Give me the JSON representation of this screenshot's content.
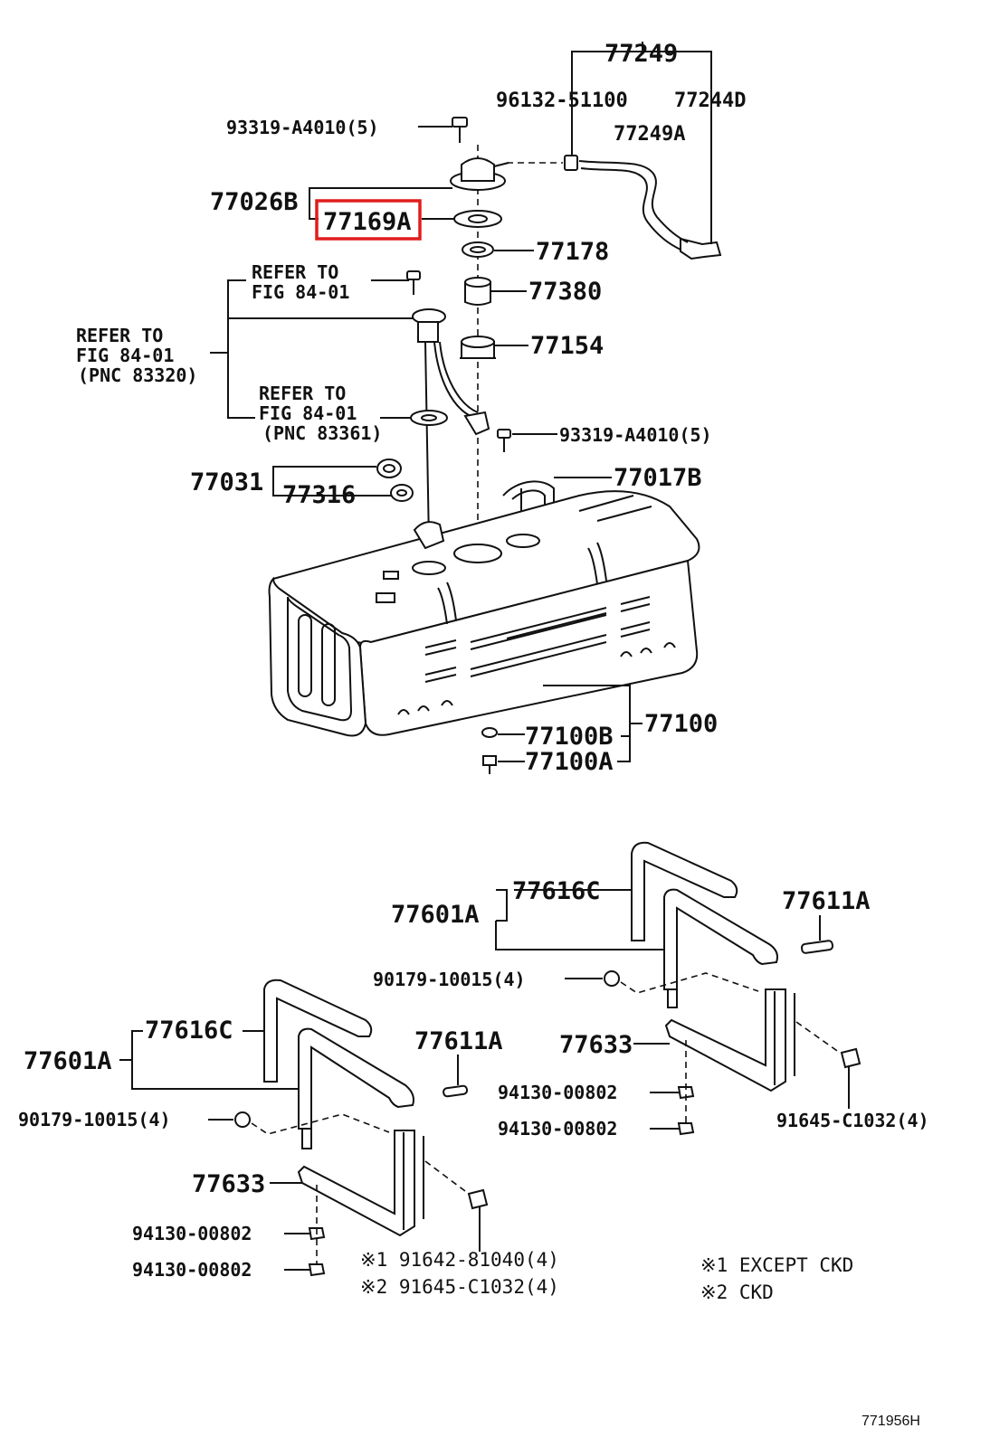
{
  "labels": {
    "p77249": "77249",
    "p96132": "96132-51100",
    "p77244d": "77244D",
    "p77249a": "77249A",
    "p93319_top": "93319-A4010(5)",
    "p77026b": "77026B",
    "p77169a": "77169A",
    "p77178": "77178",
    "p77380": "77380",
    "p77154": "77154",
    "refer1_l1": "REFER TO",
    "refer1_l2": "FIG 84-01",
    "refer2_l1": "REFER TO",
    "refer2_l2": "FIG 84-01",
    "refer2_l3": "(PNC 83320)",
    "refer3_l1": "REFER TO",
    "refer3_l2": "FIG 84-01",
    "refer3_l3": "(PNC 83361)",
    "p93319_mid": "93319-A4010(5)",
    "p77031": "77031",
    "p77316": "77316",
    "p77017b": "77017B",
    "p77100": "77100",
    "p77100b": "77100B",
    "p77100a": "77100A",
    "p77616c_r": "77616C",
    "p77601a_r": "77601A",
    "p77611a_r": "77611A",
    "p90179_r": "90179-10015(4)",
    "p77633_r": "77633",
    "p94130_r1": "94130-00802",
    "p94130_r2": "94130-00802",
    "p91645_r": "91645-C1032(4)",
    "p77616c_l": "77616C",
    "p77601a_l": "77601A",
    "p77611a_l": "77611A",
    "p90179_l": "90179-10015(4)",
    "p77633_l": "77633",
    "p94130_l1": "94130-00802",
    "p94130_l2": "94130-00802",
    "note1_part": "※1 91642-81040(4)",
    "note2_part": "※2 91645-C1032(4)",
    "legend1": "※1 EXCEPT CKD",
    "legend2": "※2 CKD",
    "figure_code": "771956H"
  },
  "highlight_color": "#e21c1c"
}
